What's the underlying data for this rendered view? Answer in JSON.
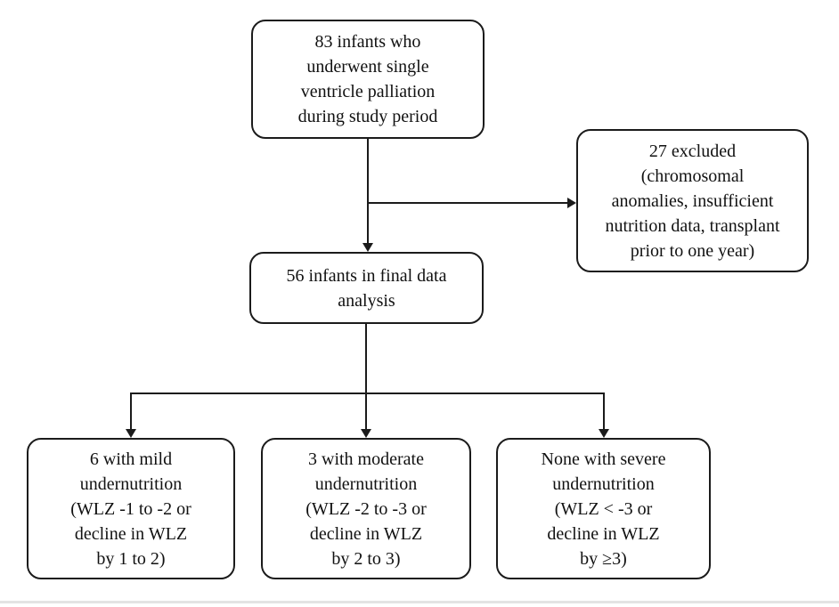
{
  "figure": {
    "type": "flowchart",
    "background_color": "#ffffff",
    "box_border_color": "#1b1b1b",
    "text_color": "#111111",
    "divider_color": "#e3e3e3"
  },
  "nodes": {
    "total": {
      "text": "83 infants who\nunderwent single\nventricle palliation\nduring study period"
    },
    "excluded": {
      "text": "27 excluded\n(chromosomal\nanomalies, insufficient\nnutrition data, transplant\nprior to one year)"
    },
    "final": {
      "text": "56 infants in final data\nanalysis"
    },
    "mild": {
      "text": "6 with mild\nundernutrition\n(WLZ -1 to -2 or\ndecline in WLZ\nby 1 to 2)"
    },
    "moderate": {
      "text": "3 with moderate\nundernutrition\n(WLZ -2 to -3 or\ndecline in WLZ\nby 2 to 3)"
    },
    "severe": {
      "text": "None with severe\nundernutrition\n(WLZ < -3 or\ndecline in WLZ\nby ≥3)"
    }
  },
  "edges": [
    {
      "from": "total",
      "to": "final",
      "label": ""
    },
    {
      "from": "total",
      "to": "excluded",
      "label": ""
    },
    {
      "from": "final",
      "to": "mild",
      "label": ""
    },
    {
      "from": "final",
      "to": "moderate",
      "label": ""
    },
    {
      "from": "final",
      "to": "severe",
      "label": ""
    }
  ]
}
